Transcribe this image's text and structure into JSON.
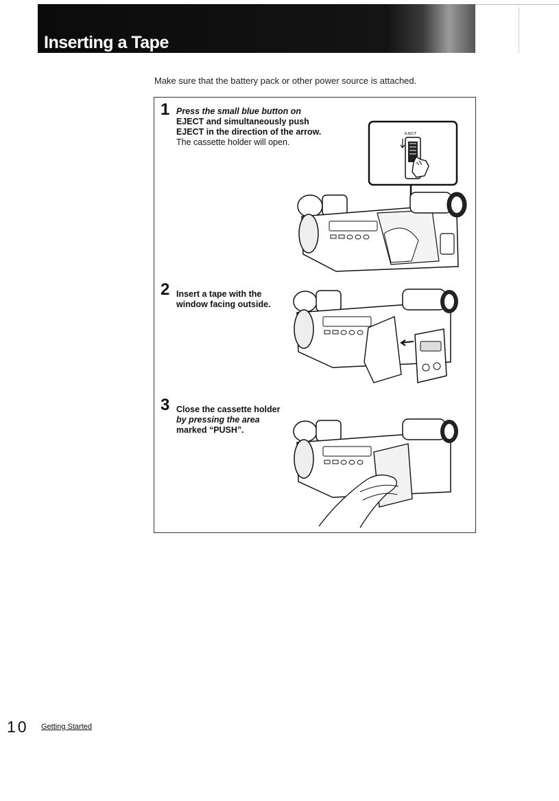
{
  "header": {
    "title": "Inserting a Tape"
  },
  "intro": "Make sure that the battery pack or other power source is attached.",
  "steps": [
    {
      "number": "1",
      "lines": [
        "Press the small blue button on",
        "EJECT and simultaneously push",
        "EJECT in the direction of the arrow.",
        "The cassette holder will open."
      ],
      "inset_label": "EJECT"
    },
    {
      "number": "2",
      "lines": [
        "Insert a tape with the",
        "window facing outside."
      ]
    },
    {
      "number": "3",
      "lines": [
        "Close the cassette holder",
        "by pressing the area",
        "marked “PUSH”."
      ]
    }
  ],
  "footer": {
    "page_number": "10",
    "section": "Getting Started"
  }
}
